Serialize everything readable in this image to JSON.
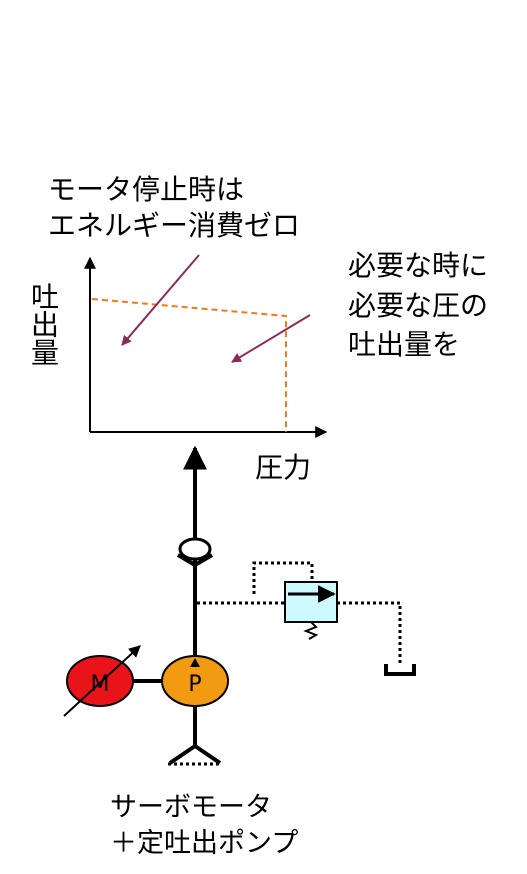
{
  "annotations": {
    "motor_stop_line1": "モータ停止時は",
    "motor_stop_line2": "エネルギー消費ゼロ",
    "demand_line1": "必要な時に",
    "demand_line2": "必要な圧の",
    "demand_line3": "吐出量を"
  },
  "graph": {
    "y_label": "吐出量",
    "x_label": "圧力"
  },
  "circuit": {
    "motor_symbol": "M",
    "pump_symbol": "P",
    "caption_line1": "サーボモータ",
    "caption_line2": "＋定吐出ポンプ"
  },
  "colors": {
    "motor_fill": "#e8141a",
    "pump_fill": "#f39a13",
    "valve_fill": "#ccfaff",
    "curve": "#f47a12",
    "pointer_arrow": "#8a2a5e",
    "line": "#000000"
  }
}
